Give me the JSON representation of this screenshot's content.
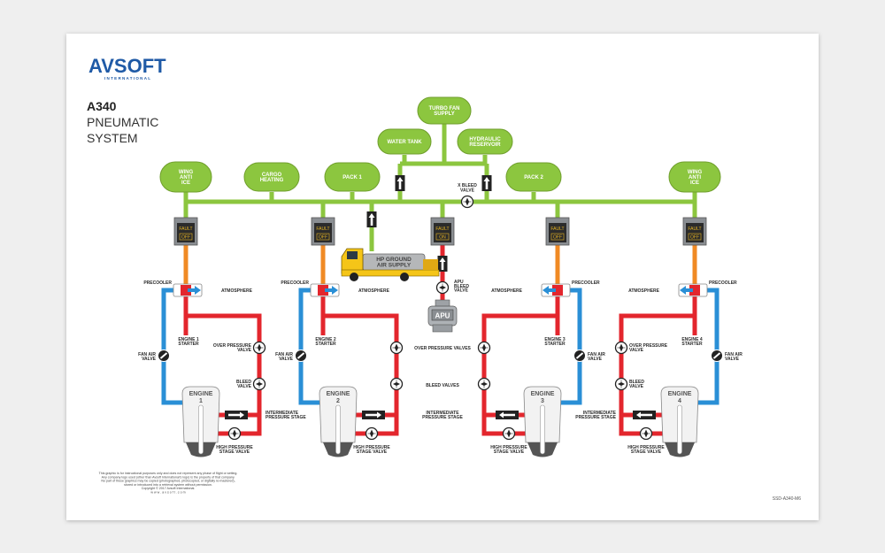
{
  "logo": {
    "brand": "AVSOFT",
    "sub": "INTERNATIONAL"
  },
  "title": {
    "model": "A340",
    "line1": "PNEUMATIC",
    "line2": "SYSTEM"
  },
  "consumers": [
    {
      "id": "wing-anti-ice-left",
      "lines": [
        "WING",
        "ANTI",
        "ICE"
      ]
    },
    {
      "id": "cargo-heating",
      "lines": [
        "CARGO",
        "HEATING"
      ]
    },
    {
      "id": "pack-1",
      "lines": [
        "PACK 1"
      ]
    },
    {
      "id": "water-tank",
      "lines": [
        "WATER TANK"
      ]
    },
    {
      "id": "turbo-fan-supply",
      "lines": [
        "TURBO FAN",
        "SUPPLY"
      ]
    },
    {
      "id": "hydraulic-reservoir",
      "lines": [
        "HYDRAULIC",
        "RESERVOIR"
      ]
    },
    {
      "id": "pack-2",
      "lines": [
        "PACK 2"
      ]
    },
    {
      "id": "wing-anti-ice-right",
      "lines": [
        "WING",
        "ANTI",
        "ICE"
      ]
    }
  ],
  "fault_buttons": [
    {
      "id": "bleed-1",
      "fault": "FAULT",
      "state": "OFF"
    },
    {
      "id": "bleed-2",
      "fault": "FAULT",
      "state": "OFF"
    },
    {
      "id": "apu-bleed",
      "fault": "FAULT",
      "state": "ON"
    },
    {
      "id": "bleed-3",
      "fault": "FAULT",
      "state": "OFF"
    },
    {
      "id": "bleed-4",
      "fault": "FAULT",
      "state": "OFF"
    }
  ],
  "x_bleed": [
    "X BLEED",
    "VALVE"
  ],
  "ground_supply": [
    "HP GROUND",
    "AIR SUPPLY"
  ],
  "apu": {
    "label": "APU",
    "valve": [
      "APU",
      "BLEED",
      "VALVE"
    ]
  },
  "engines": [
    {
      "word": "ENGINE",
      "number": "1",
      "starter": [
        "ENGINE 1",
        "STARTER"
      ]
    },
    {
      "word": "ENGINE",
      "number": "2",
      "starter": [
        "ENGINE 2",
        "STARTER"
      ]
    },
    {
      "word": "ENGINE",
      "number": "3",
      "starter": [
        "ENGINE 3",
        "STARTER"
      ]
    },
    {
      "word": "ENGINE",
      "number": "4",
      "starter": [
        "ENGINE 4",
        "STARTER"
      ]
    }
  ],
  "labels": {
    "precooler": "PRECOOLER",
    "atmosphere": "ATMOSPHERE",
    "fan_air_valve": [
      "FAN AIR",
      "VALVE"
    ],
    "over_pressure_valve": [
      "OVER PRESSURE",
      "VALVE"
    ],
    "bleed_valve": [
      "BLEED",
      "VALVE"
    ],
    "intermediate": [
      "INTERMEDIATE",
      "PRESSURE STAGE"
    ],
    "hp_valve": [
      "HIGH PRESSURE",
      "STAGE VALVE"
    ],
    "over_pressure_valves": "OVER PRESSURE VALVES",
    "bleed_valves": "BLEED VALVES"
  },
  "footer": {
    "lines": [
      "This graphic is for instructional purposes only and does not represent any phase of flight or setting.",
      "Any company logo used (other than Avsoft International's logo) is the property of that company.",
      "No part of these graphics may be copied (photographed, photocopied, or digitally re-mastered),",
      "stored or introduced into a retrieval system without permission.",
      "Copyright © 2017 Avsoft International.",
      "w w w . a v s o f t . c o m"
    ],
    "doc_id": "SSD-A340-M6"
  },
  "colors": {
    "green": "#8cc63f",
    "red": "#e3262d",
    "blue": "#2a8fd6",
    "orange": "#f08a24",
    "brand_blue": "#1f5aa6",
    "truck_yellow": "#f5c518"
  }
}
